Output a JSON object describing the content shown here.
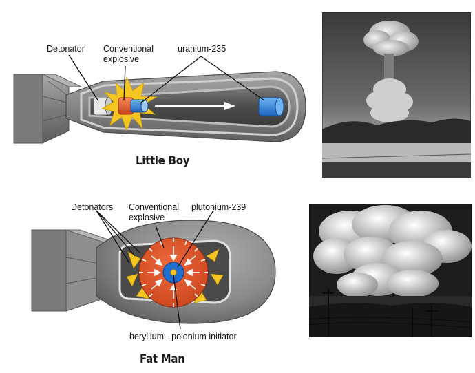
{
  "little_boy": {
    "title": "Little Boy",
    "labels": {
      "detonator": "Detonator",
      "conventional_explosive_line1": "Conventional",
      "conventional_explosive_line2": "explosive",
      "uranium": "uranium-235"
    }
  },
  "fat_man": {
    "title": "Fat Man",
    "labels": {
      "detonators": "Detonators",
      "conventional_explosive_line1": "Conventional",
      "conventional_explosive_line2": "explosive",
      "plutonium": "plutonium-239",
      "initiator": "beryllium - polonium initiator"
    }
  },
  "colors": {
    "casing": "#8c8c8c",
    "casing_dark": "#5a5a5a",
    "explosive": "#e0552a",
    "blast": "#f3c523",
    "fuel": "#2f7fd8"
  }
}
